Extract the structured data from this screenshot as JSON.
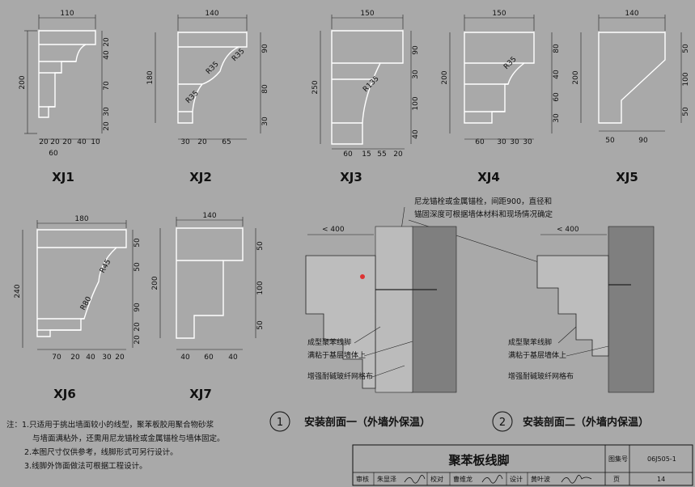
{
  "profiles": [
    {
      "id": "XJ1",
      "label": "XJ1",
      "top": [
        "110"
      ],
      "left": [
        "200"
      ],
      "right": [
        "20",
        "40",
        "70",
        "30",
        "20"
      ],
      "bottom": [
        "20",
        "20",
        "20",
        "40",
        "10"
      ],
      "bottom2": [
        "60"
      ],
      "radius": []
    },
    {
      "id": "XJ2",
      "label": "XJ2",
      "top": [
        "140"
      ],
      "left": [
        "180"
      ],
      "right": [
        "90",
        "80",
        "30"
      ],
      "bottom": [
        "30",
        "20",
        "65"
      ],
      "bottom2": [],
      "radius": [
        "R35",
        "R35",
        "R35"
      ]
    },
    {
      "id": "XJ3",
      "label": "XJ3",
      "top": [
        "150"
      ],
      "left": [
        "250"
      ],
      "right": [
        "90",
        "30",
        "100",
        "40"
      ],
      "bottom": [
        "60",
        "15",
        "55",
        "20"
      ],
      "bottom2": [],
      "radius": [
        "R135"
      ]
    },
    {
      "id": "XJ4",
      "label": "XJ4",
      "top": [
        "150"
      ],
      "left": [
        "200"
      ],
      "right": [
        "80",
        "40",
        "60",
        "30"
      ],
      "bottom": [
        "60",
        "30",
        "30",
        "30"
      ],
      "bottom2": [],
      "radius": [
        "R35"
      ]
    },
    {
      "id": "XJ5",
      "label": "XJ5",
      "top": [
        "140"
      ],
      "left": [
        "200"
      ],
      "right": [
        "50",
        "100",
        "50"
      ],
      "bottom": [
        "50",
        "90"
      ],
      "bottom2": [],
      "radius": []
    },
    {
      "id": "XJ6",
      "label": "XJ6",
      "top": [
        "180"
      ],
      "left": [
        "240"
      ],
      "right": [
        "50",
        "50",
        "90",
        "20",
        "20"
      ],
      "bottom": [
        "70",
        "20",
        "40",
        "30",
        "20"
      ],
      "bottom2": [],
      "radius": [
        "R45",
        "R80"
      ]
    },
    {
      "id": "XJ7",
      "label": "XJ7",
      "top": [
        "140"
      ],
      "left": [
        "200"
      ],
      "right": [
        "50",
        "100",
        "50"
      ],
      "bottom": [
        "40",
        "60",
        "40"
      ],
      "bottom2": [],
      "radius": []
    }
  ],
  "sections": {
    "dim_400": "< 400",
    "callout_top_1": "尼龙锚栓或金属锚栓，间距900，直径和",
    "callout_top_2": "锚固深度可根据墙体材料和现场情况确定",
    "left_labels": [
      "成型聚苯线脚",
      "满粘于基层墙体上",
      "增强耐碱玻纤网格布"
    ],
    "right_labels": [
      "成型聚苯线脚",
      "满粘于基层墙体上",
      "增强耐碱玻纤网格布"
    ],
    "caption1_num": "1",
    "caption1_text": "安装剖面一（外墙外保温）",
    "caption2_num": "2",
    "caption2_text": "安装剖面二（外墙内保温）"
  },
  "notes": [
    "注：1.只适用于挑出墙面较小的线型，聚苯板胶用聚合物砂浆",
    "与墙面满粘外，还需用尼龙锚栓或金属锚栓与墙体固定。",
    "2.本图尺寸仅供参考，线脚形式可另行设计。",
    "3.线脚外饰面做法可根据工程设计。"
  ],
  "title_block": {
    "title": "聚苯板线脚",
    "atlas_label": "图集号",
    "atlas_value": "06J505-1",
    "page_label": "页",
    "page_value": "14",
    "row_labels": [
      "审核",
      "朱显泽",
      "校对",
      "曹维龙",
      "设计",
      "黄叶波"
    ],
    "signatures": [
      "朱显泽",
      "曹维龙",
      "黄叶波"
    ]
  }
}
